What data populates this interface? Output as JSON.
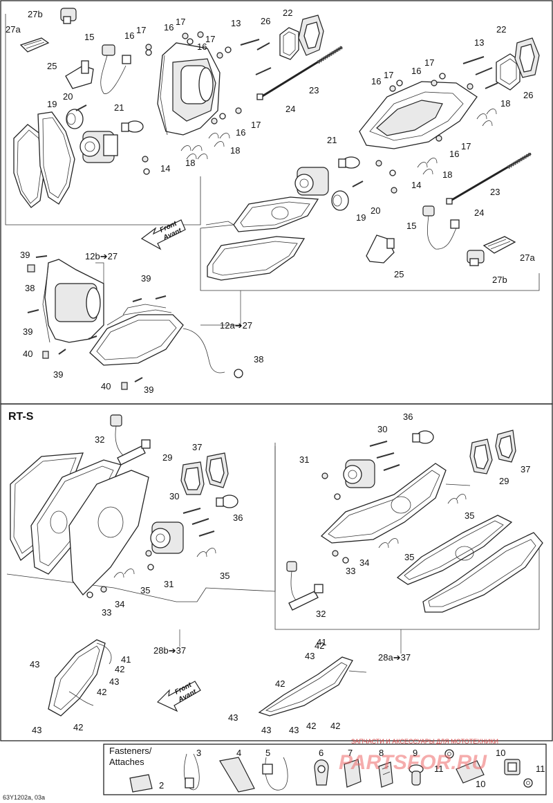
{
  "diagram": {
    "section_rts_title": "RT-S",
    "front_arrow": {
      "line1": "Front",
      "line2": "Avant"
    },
    "refs": {
      "r12b": "12b➔27",
      "r12a": "12a➔27",
      "r28b": "28b➔37",
      "r28a": "28a➔37"
    },
    "fasteners_title_1": "Fasteners/",
    "fasteners_title_2": "Attaches",
    "footer_code": "63Y1202a, 03a",
    "watermark_tagline": "ЗАПЧАСТИ И АКСЕССУАРЫ ДЛЯ МОТОТЕХНИКИ",
    "watermark_logo": "PARTSFOR.RU",
    "callouts_top": [
      "27b",
      "27a",
      "25",
      "15",
      "16",
      "17",
      "16",
      "17",
      "16",
      "17",
      "13",
      "26",
      "22",
      "20",
      "19",
      "21",
      "14",
      "18",
      "18",
      "16",
      "17",
      "23",
      "24",
      "22",
      "13",
      "17",
      "16",
      "16",
      "17",
      "26",
      "18",
      "21",
      "14",
      "18",
      "20",
      "19",
      "16",
      "17",
      "23",
      "24",
      "15",
      "27a",
      "25",
      "27b",
      "39",
      "38",
      "39",
      "40",
      "39",
      "39",
      "40",
      "39",
      "38"
    ],
    "callouts_bottom": [
      "32",
      "29",
      "37",
      "30",
      "36",
      "31",
      "34",
      "33",
      "35",
      "35",
      "31",
      "30",
      "36",
      "37",
      "29",
      "35",
      "34",
      "33",
      "35",
      "32",
      "43",
      "41",
      "42",
      "43",
      "42",
      "42",
      "43",
      "42",
      "43",
      "41",
      "42",
      "43",
      "43",
      "43",
      "42",
      "42"
    ],
    "fastener_labels": [
      "2",
      "3",
      "4",
      "5",
      "6",
      "7",
      "8",
      "9",
      "10",
      "10",
      "11",
      "11"
    ]
  }
}
